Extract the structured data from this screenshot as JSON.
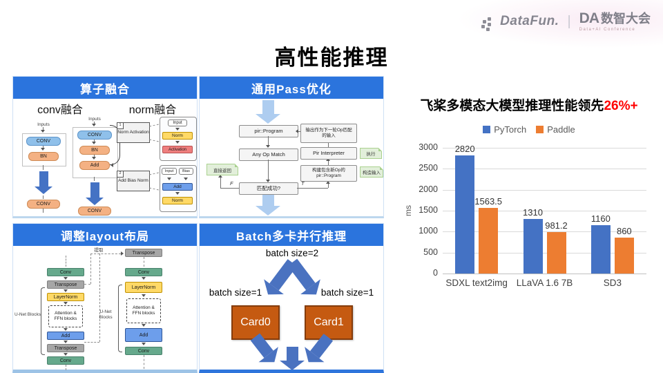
{
  "brand": {
    "datafun": "DataFun.",
    "divider": "|",
    "da": "DA",
    "da_name": "数智大会",
    "da_sub": "Data+AI Conference"
  },
  "slide_title": "高性能推理",
  "colors": {
    "panel_header_blue": "#2b74dd",
    "pytorch_blue": "#4472C4",
    "paddle_orange": "#ED7D31",
    "highlight_red": "#FF0000",
    "card_orange": "#C55A11",
    "batch_arrow_blue": "#4A72C0"
  },
  "panel1": {
    "header": "算子融合",
    "conv_title": "conv融合",
    "norm_title": "norm融合",
    "conv_left": {
      "input": "Inputs",
      "n1": "CONV",
      "n2": "BN",
      "result": "CONV"
    },
    "conv_right": {
      "input": "Inputs",
      "n1": "CONV",
      "n2": "BN",
      "n3": "Add",
      "result": "CONV"
    },
    "norm_p1": {
      "num": "1",
      "label": "Norm Activation",
      "a": "Input",
      "b": "Norm",
      "c": "Activation"
    },
    "norm_p2": {
      "num": "2",
      "label": "Add Bias Norm",
      "a": "Input",
      "b": "Bias",
      "c": "Add",
      "d": "Norm"
    }
  },
  "panel2": {
    "header": "通用Pass优化",
    "box_program": "pir::Program",
    "box_match": "Any Op Match",
    "box_decision": "匹配成功?",
    "box_output_l1": "输出作为下一轮Op匹配",
    "box_output_l2": "的输入",
    "box_interpreter": "Pir Interpreter",
    "box_build_l1": "构建包含新Op的",
    "box_build_l2": "pir::Program",
    "note_left": "直接返回",
    "note_exec": "执行",
    "note_input": "构造输入",
    "label_f": "F",
    "label_t": "T"
  },
  "panel3": {
    "header": "调整layout布局",
    "hoist_label": "提取",
    "left_chain": [
      "Conv",
      "Transpose",
      "LayerNorm",
      "Attention & FFN blocks",
      "Add",
      "Transpose",
      "Conv"
    ],
    "right_top": "Transpose",
    "right_chain": [
      "Conv",
      "LayerNorm",
      "Attention & FFN blocks",
      "Add",
      "Conv"
    ],
    "left_bracket": "U-Net Blocks",
    "right_bracket": "U-Net Blocks"
  },
  "panel4": {
    "header": "Batch多卡并行推理",
    "batch_top": "batch size=2",
    "batch_left": "batch size=1",
    "batch_right": "batch size=1",
    "card0": "Card0",
    "card1": "Card1"
  },
  "chart_data": {
    "type": "bar",
    "title_black": "飞桨多模态大模型推理性能领先",
    "title_red": "26%+",
    "ylabel": "ms",
    "ylim": [
      0,
      3000
    ],
    "yticks": [
      0,
      500,
      1000,
      1500,
      2000,
      2500,
      3000
    ],
    "categories": [
      "SDXL text2img",
      "LLaVA 1.6 7B",
      "SD3"
    ],
    "series": [
      {
        "name": "PyTorch",
        "color": "#4472C4",
        "values": [
          2820,
          1310,
          1160
        ]
      },
      {
        "name": "Paddle",
        "color": "#ED7D31",
        "values": [
          1563.5,
          981.2,
          860
        ]
      }
    ],
    "value_labels": [
      [
        "2820",
        "1563.5"
      ],
      [
        "1310",
        "981.2"
      ],
      [
        "1160",
        "860"
      ]
    ],
    "legend_position": "top",
    "grid": true
  }
}
